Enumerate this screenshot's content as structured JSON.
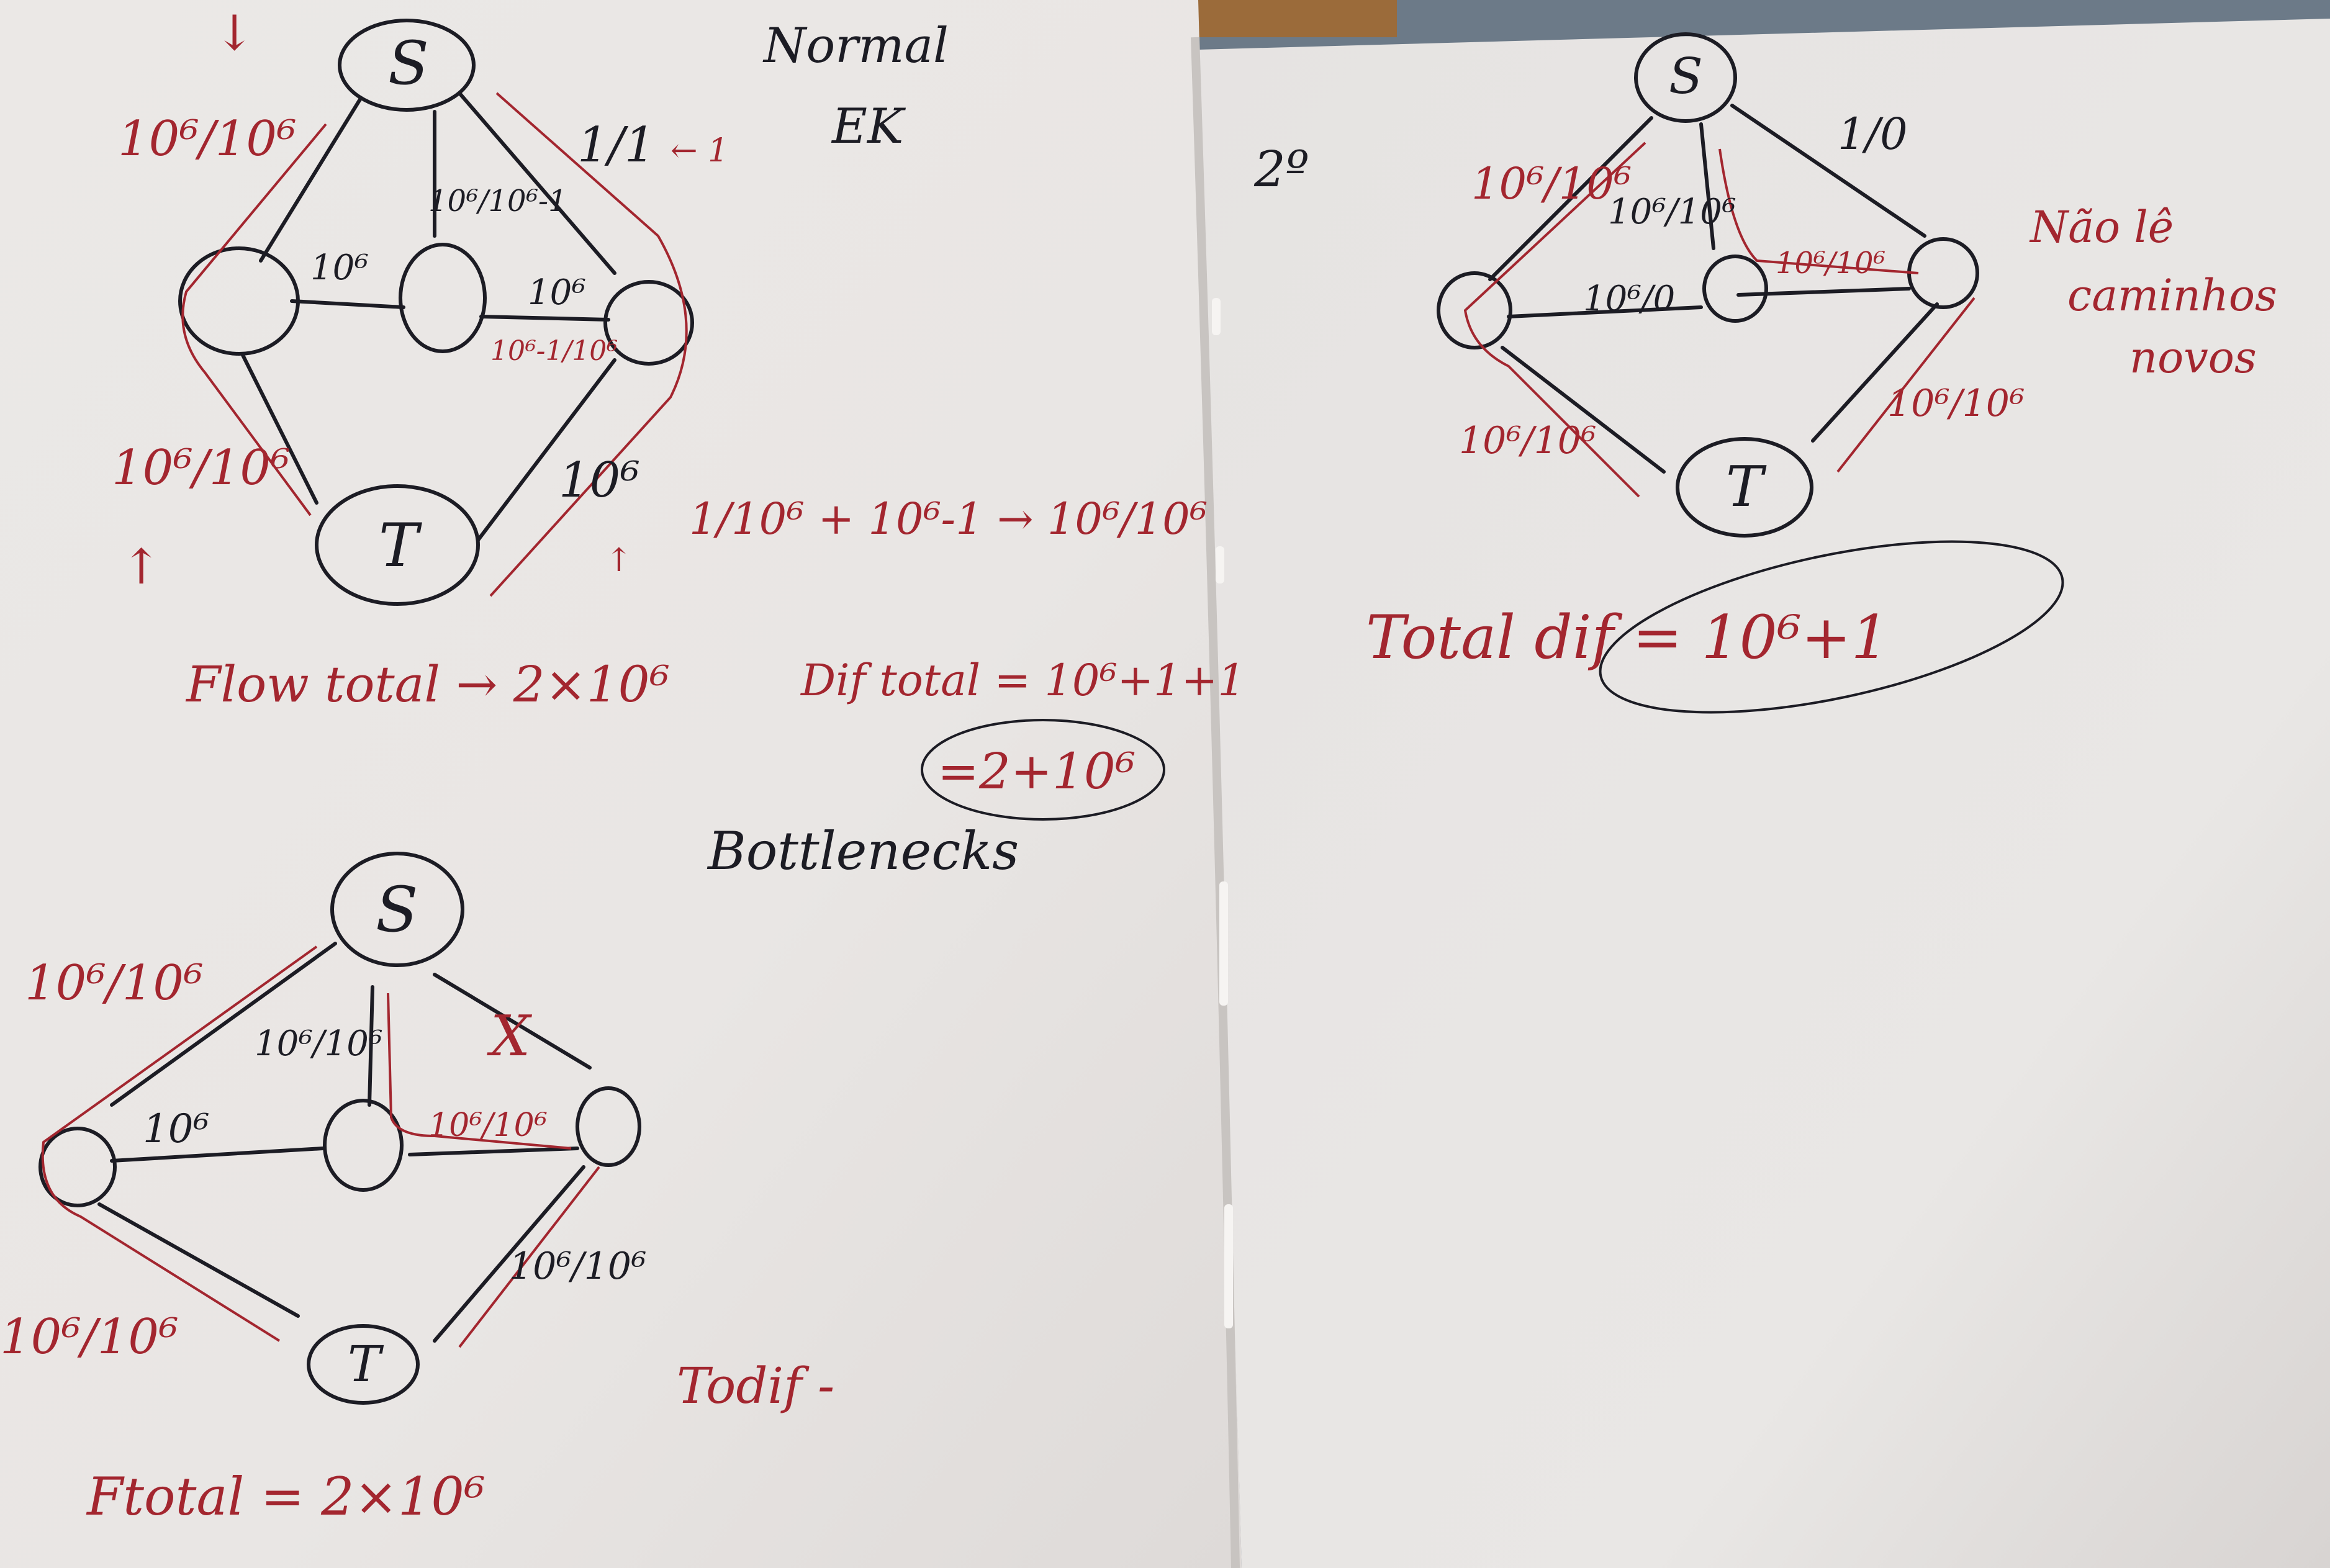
{
  "colors": {
    "paper_left": "#ece9e6",
    "paper_right": "#e8e5e3",
    "black_ink": "#1c1c24",
    "red_ink": "#a3262f",
    "cloth": "#6c7a88"
  },
  "left_page": {
    "top_diagram": {
      "heading": "Normal",
      "subheading": "EK",
      "node_source": "S",
      "node_sink": "T",
      "edge_s_left": "10⁶/10⁶",
      "edge_s_right": "1/1",
      "edge_s_right_note": "← 1",
      "edge_s_middle": "10⁶/10⁶-1",
      "edge_left_mid": "10⁶",
      "edge_mid_right": "10⁶",
      "edge_mid_right_flow": "10⁶-1/10⁶",
      "edge_left_t": "10⁶/10⁶",
      "edge_right_t": "10⁶",
      "left_mark": "↓",
      "left_mark_bottom": "↑",
      "right_mark_bottom": "↑",
      "arrow_mark": "↓",
      "arrow_note": "1/10⁶ + 10⁶-1 → 10⁶/10⁶",
      "flow_total": "Flow total → 2×10⁶",
      "dif_total": "Dif total = 10⁶+1+1",
      "dif_result": "=2+10⁶"
    },
    "bottom_diagram": {
      "heading": "Bottlenecks",
      "node_source": "S",
      "node_sink": "T",
      "edge_s_left": "10⁶/10⁶",
      "edge_s_middle": "10⁶/10⁶",
      "edge_s_right_mark": "X",
      "edge_left_mid": "10⁶",
      "edge_mid_right": "10⁶/10⁶",
      "edge_left_t": "10⁶/10⁶",
      "edge_right_t": "10⁶/10⁶",
      "total_dif": "Todif -",
      "flow_total": "Ftotal = 2×10⁶"
    }
  },
  "right_page": {
    "diagram": {
      "step": "2º",
      "node_source": "S",
      "node_sink": "T",
      "edge_s_left": "10⁶/10⁶",
      "edge_s_right": "1/0",
      "edge_s_middle": "10⁶/10⁶",
      "edge_left_mid": "10⁶/0",
      "edge_mid_right": "10⁶/10⁶",
      "edge_left_t": "10⁶/10⁶",
      "edge_right_t": "10⁶/10⁶",
      "side_note_line1": "Não lê",
      "side_note_line2": "caminhos",
      "side_note_line3": "novos",
      "total_dif": "Total dif = 10⁶+1"
    }
  }
}
